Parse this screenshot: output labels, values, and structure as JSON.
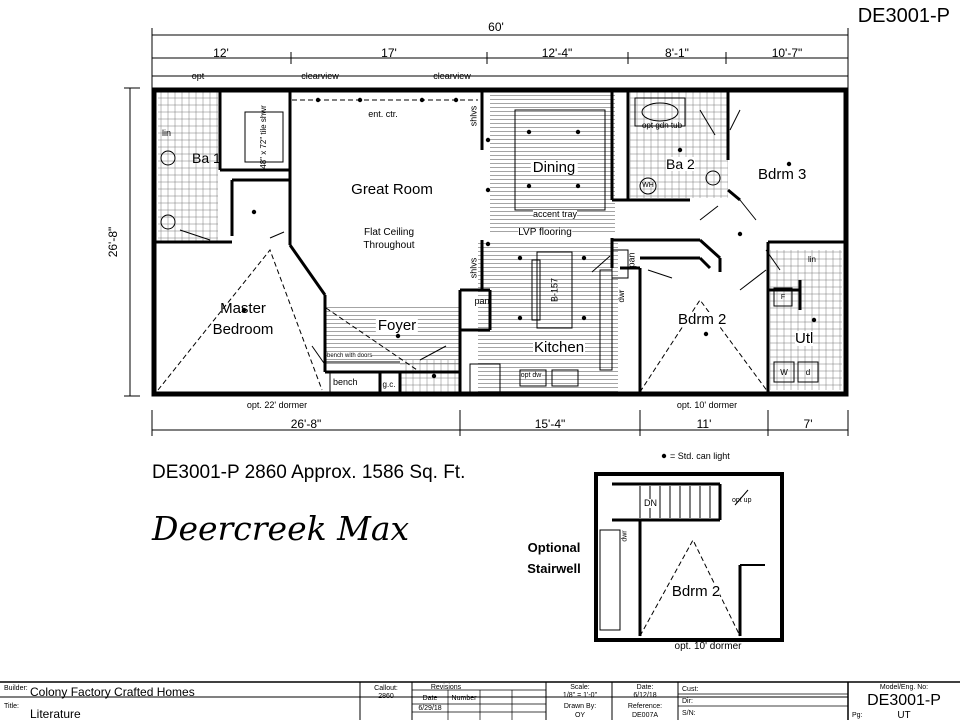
{
  "header": {
    "model_code": "DE3001-P"
  },
  "dimensions": {
    "top_total": "60'",
    "top_segments": [
      "12'",
      "17'",
      "12'-4\"",
      "8'-1\"",
      "10'-7\""
    ],
    "side_depth": "26'-8\"",
    "bottom_segments": [
      "26'-8\"",
      "15'-4\"",
      "11'",
      "7'"
    ],
    "top_notes": [
      "opt",
      "clearview",
      "clearview",
      "opt gdn tub"
    ],
    "bottom_notes": [
      "opt. 22' dormer",
      "opt. 10' dormer"
    ]
  },
  "rooms": {
    "ba1": "Ba 1",
    "shower": "48\" x 72\" tile shwr",
    "lin1": "lin",
    "great_room": "Great Room",
    "great_room_note1": "Flat Ceiling",
    "great_room_note2": "Throughout",
    "ent_ctr": "ent. ctr.",
    "shlvs1": "shlvs",
    "shlvs2": "shlvs",
    "dining": "Dining",
    "accent_tray": "accent tray",
    "lvp": "LVP flooring",
    "ba2": "Ba 2",
    "wh": "WH",
    "bdrm3": "Bdrm 3",
    "master": "Master",
    "bedroom": "Bedroom",
    "foyer": "Foyer",
    "bench_door": "bench with doors",
    "bench": "bench",
    "gc": "g.c.",
    "pan1": "pan",
    "pan2": "pan",
    "island": "B-157",
    "kitchen": "Kitchen",
    "opt_dw": "opt dw",
    "dwr": "dwr",
    "bdrm2": "Bdrm 2",
    "utl": "Utl",
    "w": "W",
    "d": "d",
    "f": "F",
    "lin2": "lin"
  },
  "caption": {
    "line": "DE3001-P 2860  Approx. 1586 Sq. Ft.",
    "model_name": "Deercreek Max"
  },
  "legend": {
    "can_light": "= Std. can light"
  },
  "optional": {
    "label_line1": "Optional",
    "label_line2": "Stairwell",
    "dn": "DN",
    "opt_up": "opt up",
    "dwr": "dwr",
    "bdrm2": "Bdrm 2",
    "dormer": "opt. 10' dormer"
  },
  "title_block": {
    "builder_label": "Builder:",
    "builder_value": "Colony Factory Crafted Homes",
    "title_label": "Title:",
    "title_value": "Literature",
    "callout_label": "Callout:",
    "callout_value": "2860",
    "revisions_label": "Revisions",
    "date_label": "Date",
    "number_label": "Number",
    "rev_date": "6/29/18",
    "scale_label": "Scale:",
    "scale_value": "1/8\" = 1'-0\"",
    "drawn_label": "Drawn By:",
    "drawn_value": "OY",
    "date2_label": "Date:",
    "date2_value": "6/12/18",
    "ref_label": "Reference:",
    "ref_value": "DE007A",
    "cust_label": "Cust:",
    "dir_label": "Dir:",
    "sn_label": "S/N:",
    "model_label": "Model/Eng. No:",
    "model_value": "DE3001-P",
    "pg_label": "Pg:",
    "pg_value": "UT"
  }
}
